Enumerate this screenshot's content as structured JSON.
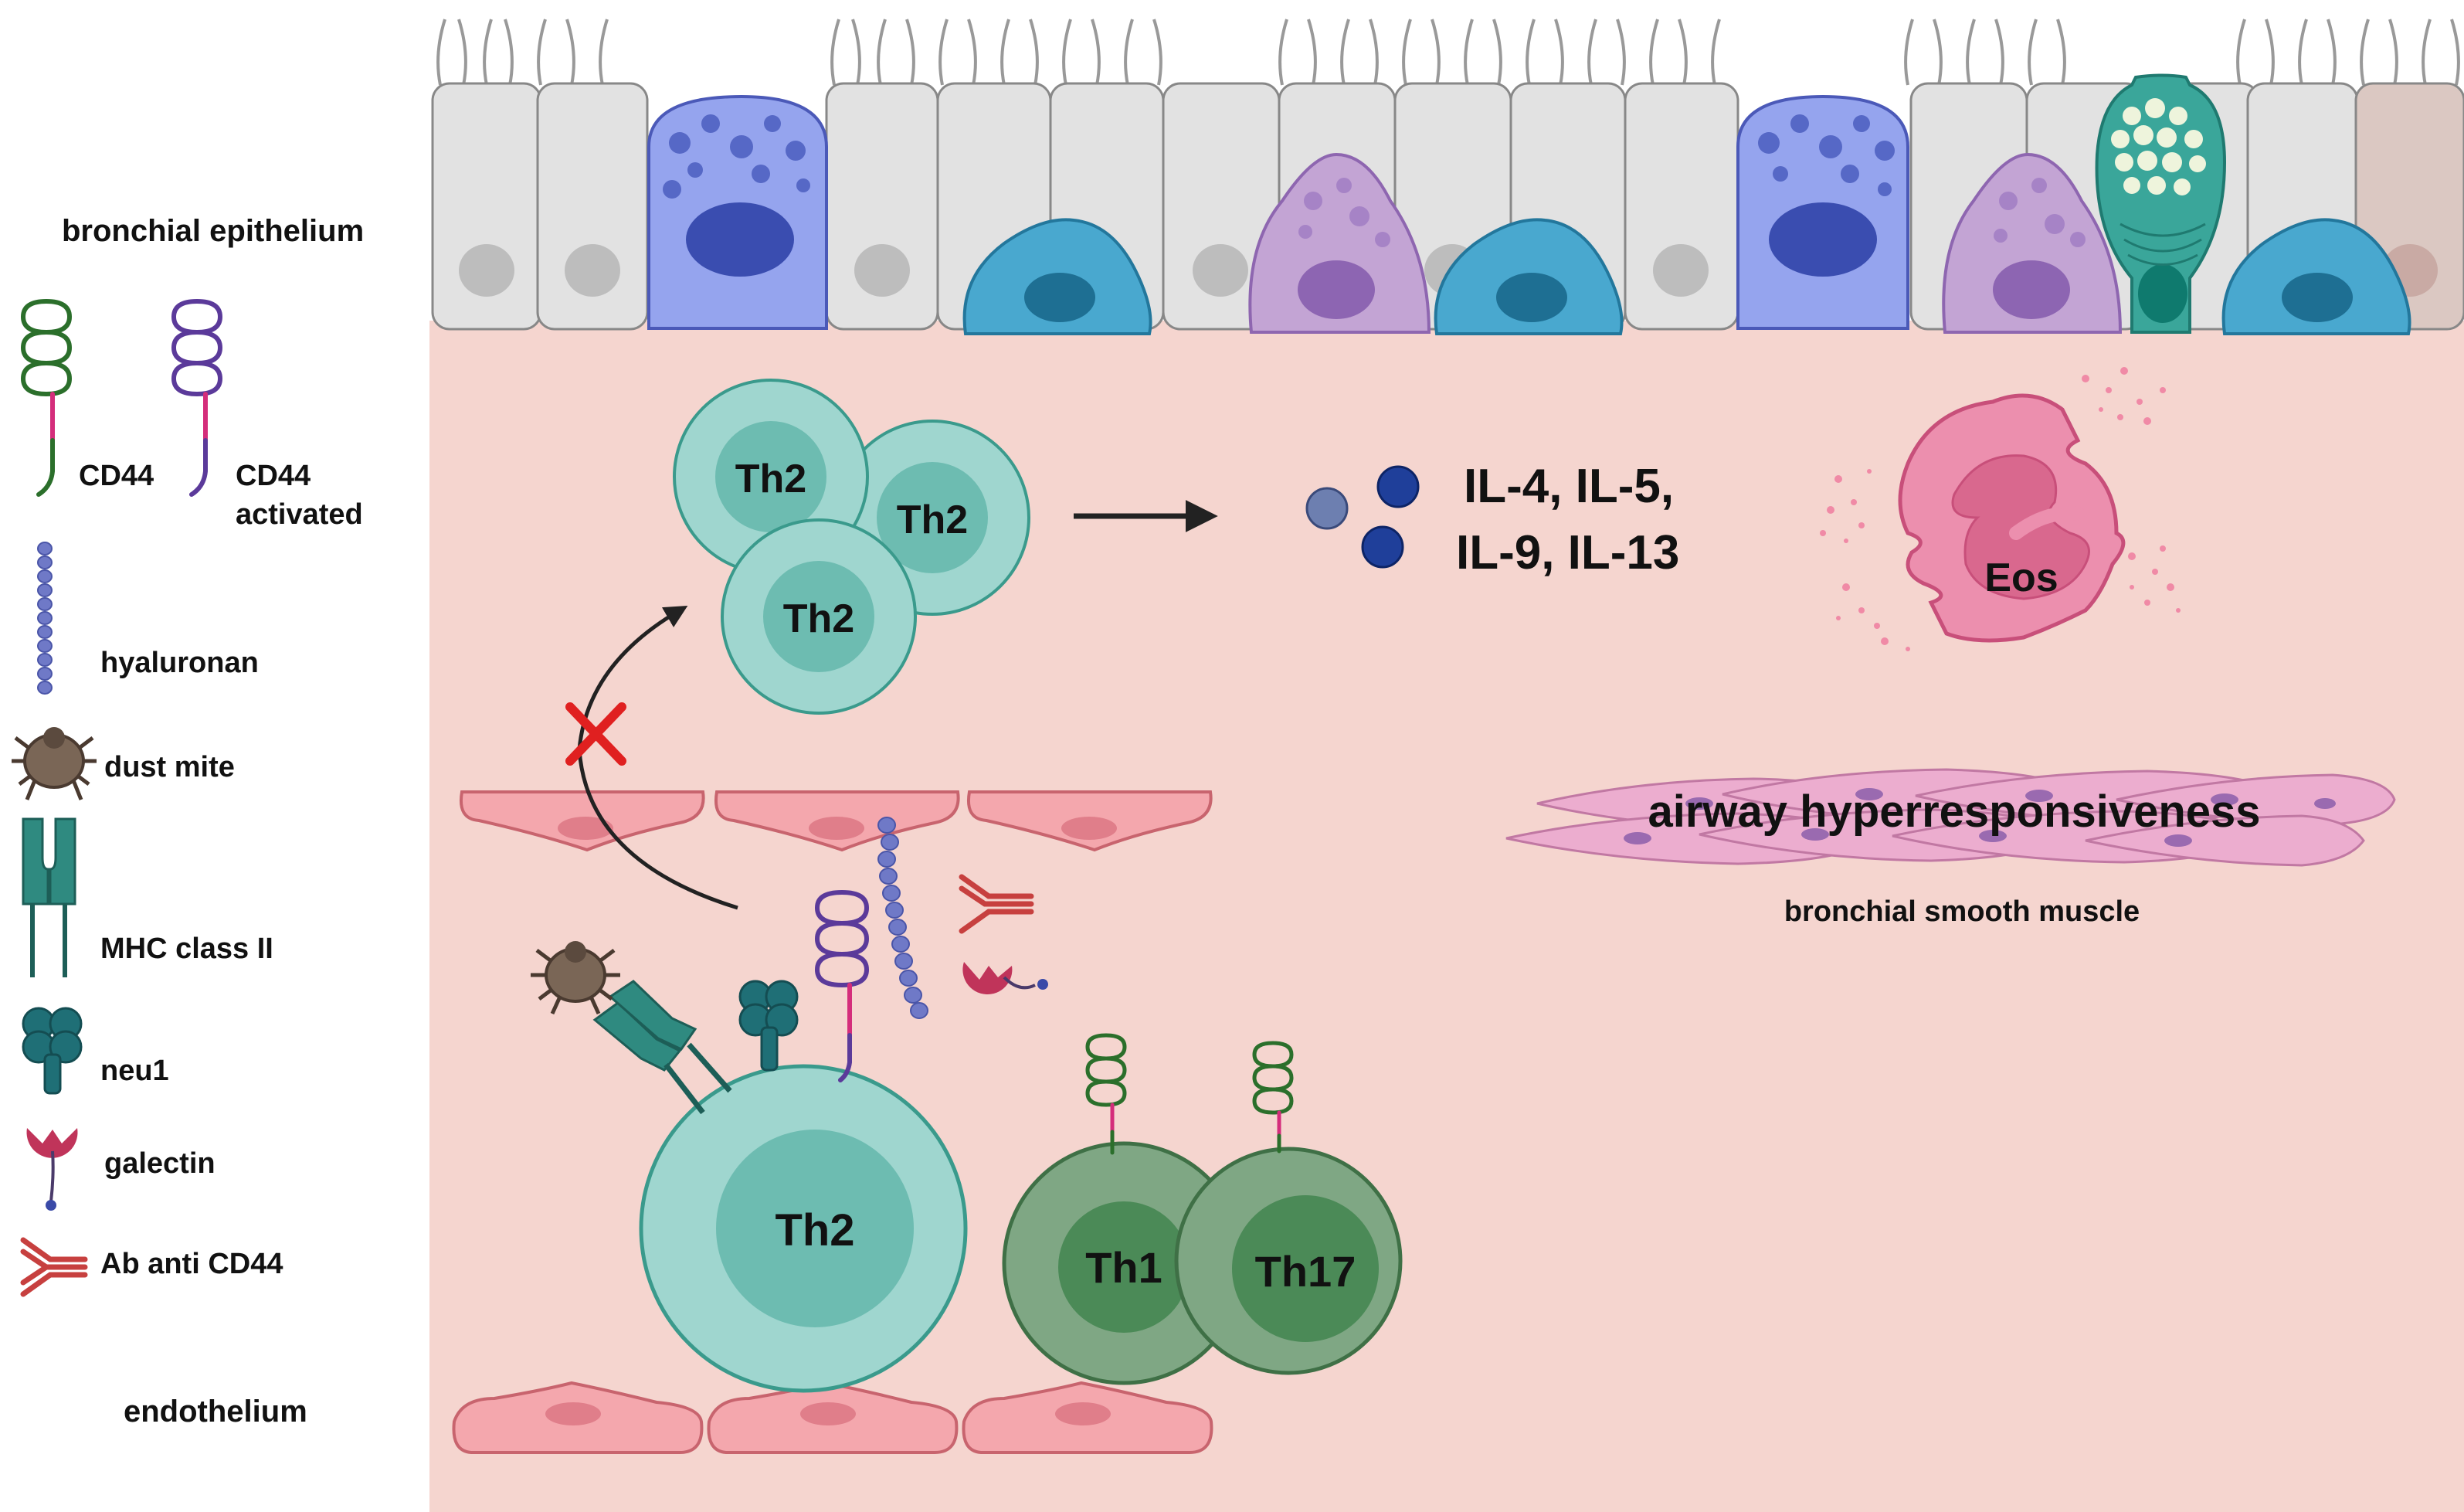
{
  "legend": {
    "bronchial_epithelium": "bronchial epithelium",
    "cd44": "CD44",
    "cd44_activated_line1": "CD44",
    "cd44_activated_line2": "activated",
    "hyaluronan": "hyaluronan",
    "dust_mite": "dust mite",
    "mhc_class_ii": "MHC class II",
    "neu1": "neu1",
    "galectin": "galectin",
    "ab_anti_cd44": "Ab anti CD44",
    "endothelium": "endothelium"
  },
  "cells": {
    "th2_a": "Th2",
    "th2_b": "Th2",
    "th2_c": "Th2",
    "th2_main": "Th2",
    "th1": "Th1",
    "th17": "Th17",
    "eos": "Eos"
  },
  "cytokines": {
    "line1": "IL-4, IL-5,",
    "line2": "IL-9, IL-13"
  },
  "muscle": {
    "effect": "airway hyperresponsiveness",
    "label": "bronchial smooth muscle"
  },
  "colors": {
    "tissue": "#f5d5cf",
    "epithelial_cell": "#e2e2e2",
    "th2_cell": "#9fd6cf",
    "th1_cell": "#7fa784",
    "endothelial_cell": "#f4a7ad",
    "eosinophil": "#ec8fae",
    "blocked_marker": "#e02020"
  }
}
